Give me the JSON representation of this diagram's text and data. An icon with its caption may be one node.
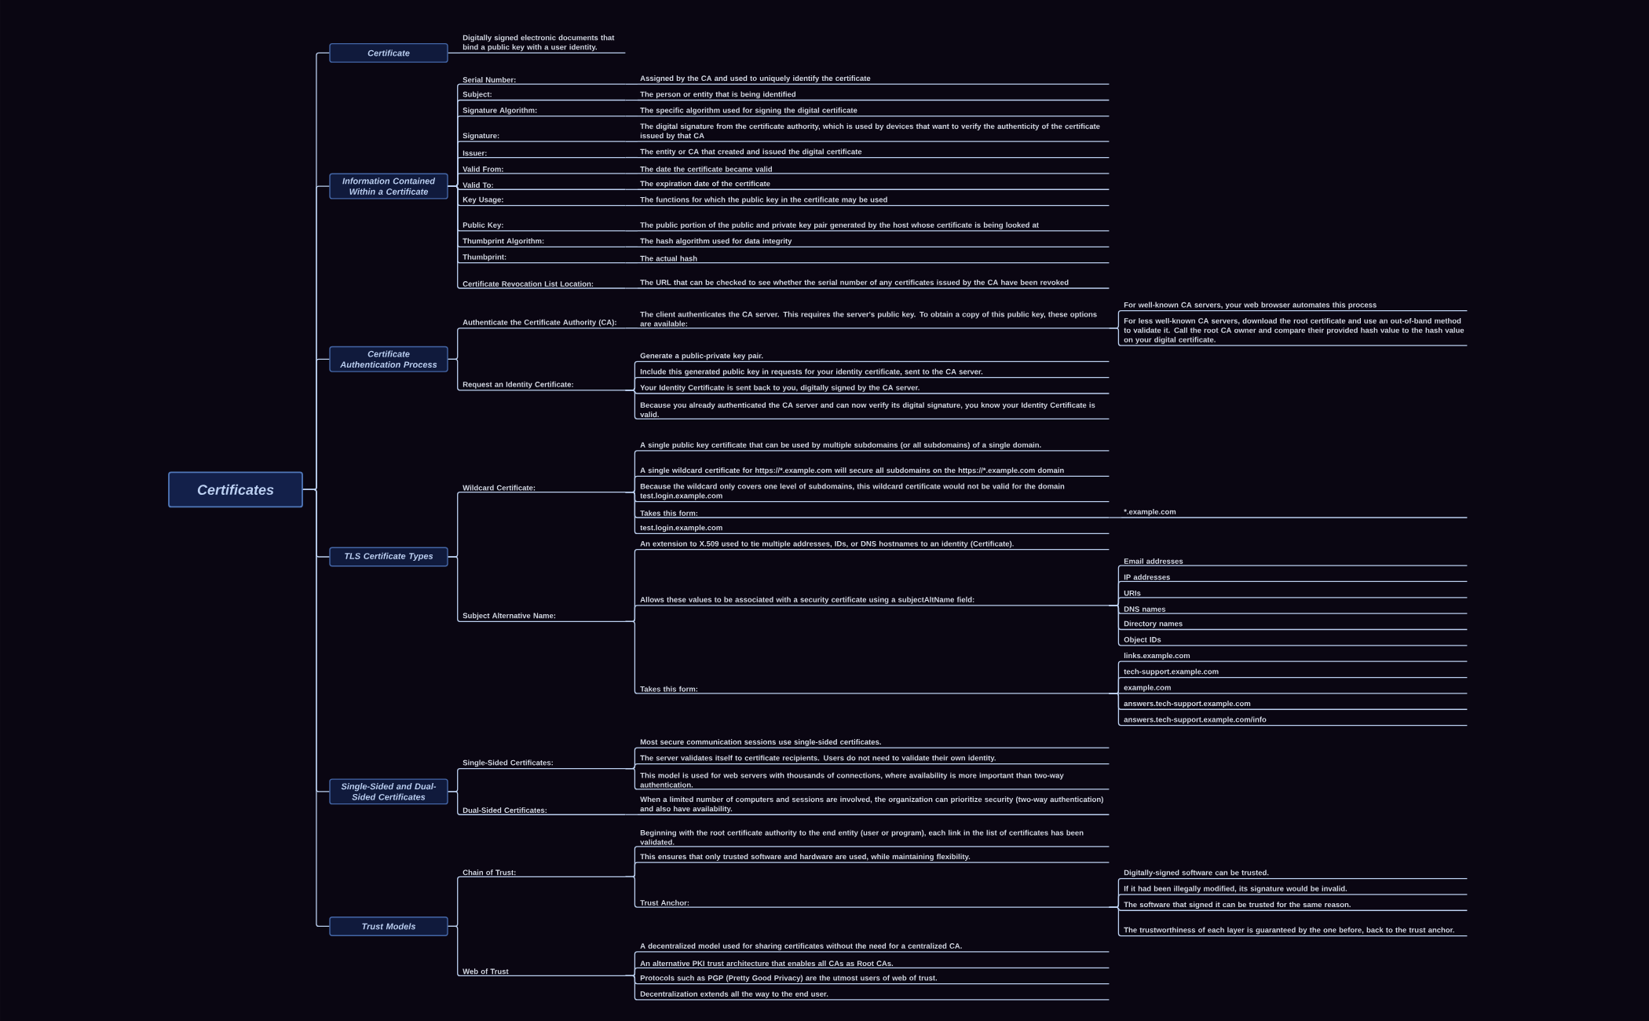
{
  "diagram": {
    "nodes": [
      {
        "text": [
          "Certificates"
        ]
      },
      {
        "text": [
          "Certificate"
        ]
      },
      {
        "text": [
          "Digitally signed electronic documents that bind a public key with a user identity."
        ]
      },
      {
        "text": [
          "Information Contained Within a Certificate"
        ]
      },
      {
        "text": [
          "Serial Number:"
        ]
      },
      {
        "text": [
          "Assigned by the CA and used to uniquely identify the certificate"
        ]
      },
      {
        "text": [
          "Subject:"
        ]
      },
      {
        "text": [
          "The person or entity that is being identified"
        ]
      },
      {
        "text": [
          "Signature Algorithm:"
        ]
      },
      {
        "text": [
          "The specific algorithm used for signing the digital certificate"
        ]
      },
      {
        "text": [
          "Signature:"
        ]
      },
      {
        "text": [
          "The digital signature from the certificate authority, which is used by devices that want to verify the authenticity of the certificate issued by that CA"
        ]
      },
      {
        "text": [
          "Issuer:"
        ]
      },
      {
        "text": [
          "The entity or CA that created and issued the digital certificate"
        ]
      },
      {
        "text": [
          "Valid From:"
        ]
      },
      {
        "text": [
          "The date the certificate became valid"
        ]
      },
      {
        "text": [
          "Valid To:"
        ]
      },
      {
        "text": [
          "The expiration date of the certificate"
        ]
      },
      {
        "text": [
          "Key Usage:"
        ]
      },
      {
        "text": [
          "The functions for which the public key in the certificate may be used"
        ]
      },
      {
        "text": [
          "Public Key:"
        ]
      },
      {
        "text": [
          "The public portion of the public and private key pair generated by the host whose certificate is being looked at"
        ]
      },
      {
        "text": [
          "Thumbprint Algorithm:"
        ]
      },
      {
        "text": [
          "The hash algorithm used for data integrity"
        ]
      },
      {
        "text": [
          "Thumbprint:"
        ]
      },
      {
        "text": [
          "The actual hash"
        ]
      },
      {
        "text": [
          "Certificate Revocation List Location:"
        ]
      },
      {
        "text": [
          "The URL that can be checked to see whether the serial number of any certificates issued by the CA have been revoked"
        ]
      },
      {
        "text": [
          "Certificate Authentication Process"
        ]
      },
      {
        "text": [
          "Authenticate the Certificate Authority (CA):"
        ]
      },
      {
        "text": [
          "The client authenticates the CA server. This requires the server's public key. To obtain a copy of this public key, these options are available:"
        ]
      },
      {
        "text": [
          "For well-known CA servers, your web browser automates this process"
        ]
      },
      {
        "text": [
          "For less well-known CA servers, download the root certificate and use an out-of-band method to validate it. Call the root CA owner and compare their provided hash value to the hash value on your digital certificate."
        ]
      },
      {
        "text": [
          "Request an Identity Certificate:"
        ]
      },
      {
        "text": [
          "Generate a public-private key pair."
        ]
      },
      {
        "text": [
          "Include this generated public key in requests for your identity certificate, sent to the CA server."
        ]
      },
      {
        "text": [
          "Your Identity Certificate is sent back to you, digitally signed by the CA server."
        ]
      },
      {
        "text": [
          "Because you already authenticated the CA server and can now verify its digital signature, you know your Identity Certificate is valid."
        ]
      },
      {
        "text": [
          "TLS Certificate Types"
        ]
      },
      {
        "text": [
          "Wildcard Certificate:"
        ]
      },
      {
        "text": [
          "A single public key certificate that can be used by multiple subdomains (or all subdomains) of a single domain."
        ]
      },
      {
        "text": [
          "A single wildcard certificate for https://*.example.com will secure all subdomains on the https://*.example.com domain"
        ]
      },
      {
        "text": [
          "Because the wildcard only covers one level of subdomains, this wildcard certificate would not be valid for the domain test.login.example.com"
        ]
      },
      {
        "text": [
          "Takes this form:"
        ]
      },
      {
        "text": [
          "*.example.com"
        ]
      },
      {
        "text": [
          "test.login.example.com"
        ]
      },
      {
        "text": [
          "Subject Alternative Name:"
        ]
      },
      {
        "text": [
          "An extension to X.509 used to tie multiple addresses, IDs, or DNS hostnames to an identity (Certificate)."
        ]
      },
      {
        "text": [
          "Allows these values to be associated with a security certificate using a subjectAltName field:"
        ]
      },
      {
        "text": [
          "Email addresses"
        ]
      },
      {
        "text": [
          "IP addresses"
        ]
      },
      {
        "text": [
          "URIs"
        ]
      },
      {
        "text": [
          "DNS names"
        ]
      },
      {
        "text": [
          "Directory names"
        ]
      },
      {
        "text": [
          "Object IDs"
        ]
      },
      {
        "text": [
          "Takes this form:"
        ]
      },
      {
        "text": [
          "links.example.com"
        ]
      },
      {
        "text": [
          "tech-support.example.com"
        ]
      },
      {
        "text": [
          "example.com"
        ]
      },
      {
        "text": [
          "answers.tech-support.example.com"
        ]
      },
      {
        "text": [
          "answers.tech-support.example.com/info"
        ]
      },
      {
        "text": [
          "Single-Sided and Dual-Sided Certificates"
        ]
      },
      {
        "text": [
          "Single-Sided Certificates:"
        ]
      },
      {
        "text": [
          "Most secure communication sessions use single-sided certificates."
        ]
      },
      {
        "text": [
          "The server validates itself to certificate recipients. Users do not need to validate their own identity."
        ]
      },
      {
        "text": [
          "This model is used for web servers with thousands of connections, where availability is more important than two-way authentication."
        ]
      },
      {
        "text": [
          "Dual-Sided Certificates:"
        ]
      },
      {
        "text": [
          "When a limited number of computers and sessions are involved, the organization can prioritize security (two-way authentication) and also have availability."
        ]
      },
      {
        "text": [
          "Trust Models"
        ]
      },
      {
        "text": [
          "Chain of Trust:"
        ]
      },
      {
        "text": [
          "Beginning with the root certificate authority to the end entity (user or program), each link in the list of certificates has been validated."
        ]
      },
      {
        "text": [
          "This ensures that only trusted software and hardware are used, while maintaining flexibility."
        ]
      },
      {
        "text": [
          "Trust Anchor:"
        ]
      },
      {
        "text": [
          "Digitally-signed software can be trusted."
        ]
      },
      {
        "text": [
          "If it had been illegally modified, its signature would be invalid."
        ]
      },
      {
        "text": [
          "The software that signed it can be trusted for the same reason."
        ]
      },
      {
        "text": [
          "The trustworthiness of each layer is guaranteed by the one before, back to the trust anchor."
        ]
      },
      {
        "text": [
          "Web of Trust"
        ]
      },
      {
        "text": [
          "A decentralized model used for sharing certificates without the need for a centralized CA."
        ]
      },
      {
        "text": [
          "An alternative PKI trust architecture that enables all CAs as Root CAs."
        ]
      },
      {
        "text": [
          "Protocols such as PGP (Pretty Good Privacy) are the utmost users of web of trust."
        ]
      },
      {
        "text": [
          "Decentralization extends all the way to the end user."
        ]
      }
    ],
    "edges": [
      {
        "from": 0,
        "to": 1,
        "arrow": "none"
      },
      {
        "from": 1,
        "to": 2,
        "arrow": "none"
      },
      {
        "from": 0,
        "to": 3,
        "arrow": "none"
      },
      {
        "from": 3,
        "to": 4,
        "arrow": "none"
      },
      {
        "from": 4,
        "to": 5,
        "arrow": "none"
      },
      {
        "from": 3,
        "to": 6,
        "arrow": "none"
      },
      {
        "from": 6,
        "to": 7,
        "arrow": "none"
      },
      {
        "from": 3,
        "to": 8,
        "arrow": "none"
      },
      {
        "from": 8,
        "to": 9,
        "arrow": "none"
      },
      {
        "from": 3,
        "to": 10,
        "arrow": "none"
      },
      {
        "from": 10,
        "to": 11,
        "arrow": "none"
      },
      {
        "from": 3,
        "to": 12,
        "arrow": "none"
      },
      {
        "from": 12,
        "to": 13,
        "arrow": "none"
      },
      {
        "from": 3,
        "to": 14,
        "arrow": "none"
      },
      {
        "from": 14,
        "to": 15,
        "arrow": "none"
      },
      {
        "from": 3,
        "to": 16,
        "arrow": "none"
      },
      {
        "from": 16,
        "to": 17,
        "arrow": "none"
      },
      {
        "from": 3,
        "to": 18,
        "arrow": "none"
      },
      {
        "from": 18,
        "to": 19,
        "arrow": "none"
      },
      {
        "from": 3,
        "to": 20,
        "arrow": "none"
      },
      {
        "from": 20,
        "to": 21,
        "arrow": "none"
      },
      {
        "from": 3,
        "to": 22,
        "arrow": "none"
      },
      {
        "from": 22,
        "to": 23,
        "arrow": "none"
      },
      {
        "from": 3,
        "to": 24,
        "arrow": "none"
      },
      {
        "from": 24,
        "to": 25,
        "arrow": "none"
      },
      {
        "from": 3,
        "to": 26,
        "arrow": "none"
      },
      {
        "from": 26,
        "to": 27,
        "arrow": "none"
      },
      {
        "from": 0,
        "to": 28,
        "arrow": "none"
      },
      {
        "from": 28,
        "to": 29,
        "arrow": "none"
      },
      {
        "from": 29,
        "to": 30,
        "arrow": "none"
      },
      {
        "from": 30,
        "to": 31,
        "arrow": "none"
      },
      {
        "from": 30,
        "to": 32,
        "arrow": "none"
      },
      {
        "from": 28,
        "to": 33,
        "arrow": "none"
      },
      {
        "from": 33,
        "to": 34,
        "arrow": "none"
      },
      {
        "from": 33,
        "to": 35,
        "arrow": "none"
      },
      {
        "from": 33,
        "to": 36,
        "arrow": "none"
      },
      {
        "from": 33,
        "to": 37,
        "arrow": "none"
      },
      {
        "from": 0,
        "to": 38,
        "arrow": "none"
      },
      {
        "from": 38,
        "to": 39,
        "arrow": "none"
      },
      {
        "from": 39,
        "to": 40,
        "arrow": "none"
      },
      {
        "from": 39,
        "to": 41,
        "arrow": "none"
      },
      {
        "from": 39,
        "to": 42,
        "arrow": "none"
      },
      {
        "from": 39,
        "to": 43,
        "arrow": "none"
      },
      {
        "from": 43,
        "to": 44,
        "arrow": "none"
      },
      {
        "from": 39,
        "to": 45,
        "arrow": "none"
      },
      {
        "from": 38,
        "to": 46,
        "arrow": "none"
      },
      {
        "from": 46,
        "to": 47,
        "arrow": "none"
      },
      {
        "from": 46,
        "to": 48,
        "arrow": "none"
      },
      {
        "from": 48,
        "to": 49,
        "arrow": "none"
      },
      {
        "from": 48,
        "to": 50,
        "arrow": "none"
      },
      {
        "from": 48,
        "to": 51,
        "arrow": "none"
      },
      {
        "from": 48,
        "to": 52,
        "arrow": "none"
      },
      {
        "from": 48,
        "to": 53,
        "arrow": "none"
      },
      {
        "from": 48,
        "to": 54,
        "arrow": "none"
      },
      {
        "from": 46,
        "to": 55,
        "arrow": "none"
      },
      {
        "from": 55,
        "to": 56,
        "arrow": "none"
      },
      {
        "from": 55,
        "to": 57,
        "arrow": "none"
      },
      {
        "from": 55,
        "to": 58,
        "arrow": "none"
      },
      {
        "from": 55,
        "to": 59,
        "arrow": "none"
      },
      {
        "from": 55,
        "to": 60,
        "arrow": "none"
      },
      {
        "from": 0,
        "to": 61,
        "arrow": "none"
      },
      {
        "from": 61,
        "to": 62,
        "arrow": "none"
      },
      {
        "from": 62,
        "to": 63,
        "arrow": "none"
      },
      {
        "from": 62,
        "to": 64,
        "arrow": "none"
      },
      {
        "from": 62,
        "to": 65,
        "arrow": "none"
      },
      {
        "from": 61,
        "to": 66,
        "arrow": "none"
      },
      {
        "from": 66,
        "to": 67,
        "arrow": "none"
      },
      {
        "from": 0,
        "to": 68,
        "arrow": "none"
      },
      {
        "from": 68,
        "to": 69,
        "arrow": "none"
      },
      {
        "from": 69,
        "to": 70,
        "arrow": "none"
      },
      {
        "from": 69,
        "to": 71,
        "arrow": "none"
      },
      {
        "from": 69,
        "to": 72,
        "arrow": "none"
      },
      {
        "from": 72,
        "to": 73,
        "arrow": "none"
      },
      {
        "from": 72,
        "to": 74,
        "arrow": "none"
      },
      {
        "from": 72,
        "to": 75,
        "arrow": "none"
      },
      {
        "from": 72,
        "to": 76,
        "arrow": "none"
      },
      {
        "from": 68,
        "to": 77,
        "arrow": "none"
      },
      {
        "from": 77,
        "to": 78,
        "arrow": "none"
      },
      {
        "from": 77,
        "to": 79,
        "arrow": "none"
      },
      {
        "from": 77,
        "to": 80,
        "arrow": "none"
      },
      {
        "from": 77,
        "to": 81,
        "arrow": "none"
      }
    ]
  }
}
